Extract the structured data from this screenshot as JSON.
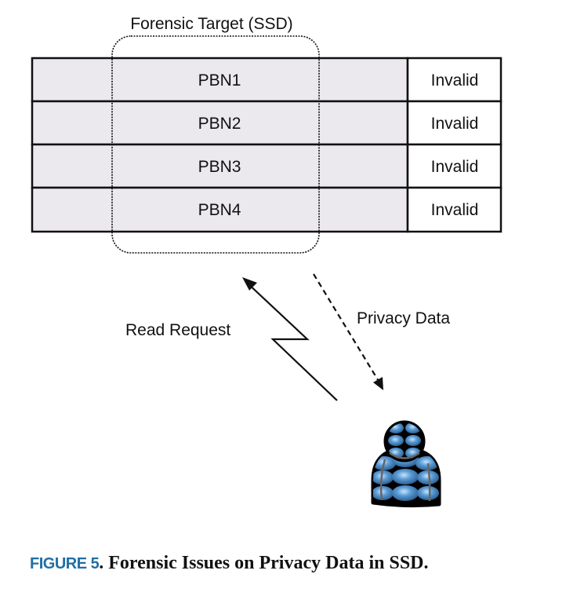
{
  "diagram": {
    "target_label": "Forensic Target (SSD)",
    "rows": [
      {
        "pbn": "PBN1",
        "status": "Invalid"
      },
      {
        "pbn": "PBN2",
        "status": "Invalid"
      },
      {
        "pbn": "PBN3",
        "status": "Invalid"
      },
      {
        "pbn": "PBN4",
        "status": "Invalid"
      }
    ],
    "read_request_label": "Read Request",
    "privacy_data_label": "Privacy Data",
    "user_icon": "user-icon",
    "colors": {
      "block_fill": "#ebe8ee",
      "status_fill": "#ffffff",
      "user_blue": "#4a8bc9",
      "caption_accent": "#1f6fa5"
    }
  },
  "caption": {
    "number": "FIGURE 5",
    "separator": ". ",
    "title": "Forensic Issues on Privacy Data in SSD."
  }
}
